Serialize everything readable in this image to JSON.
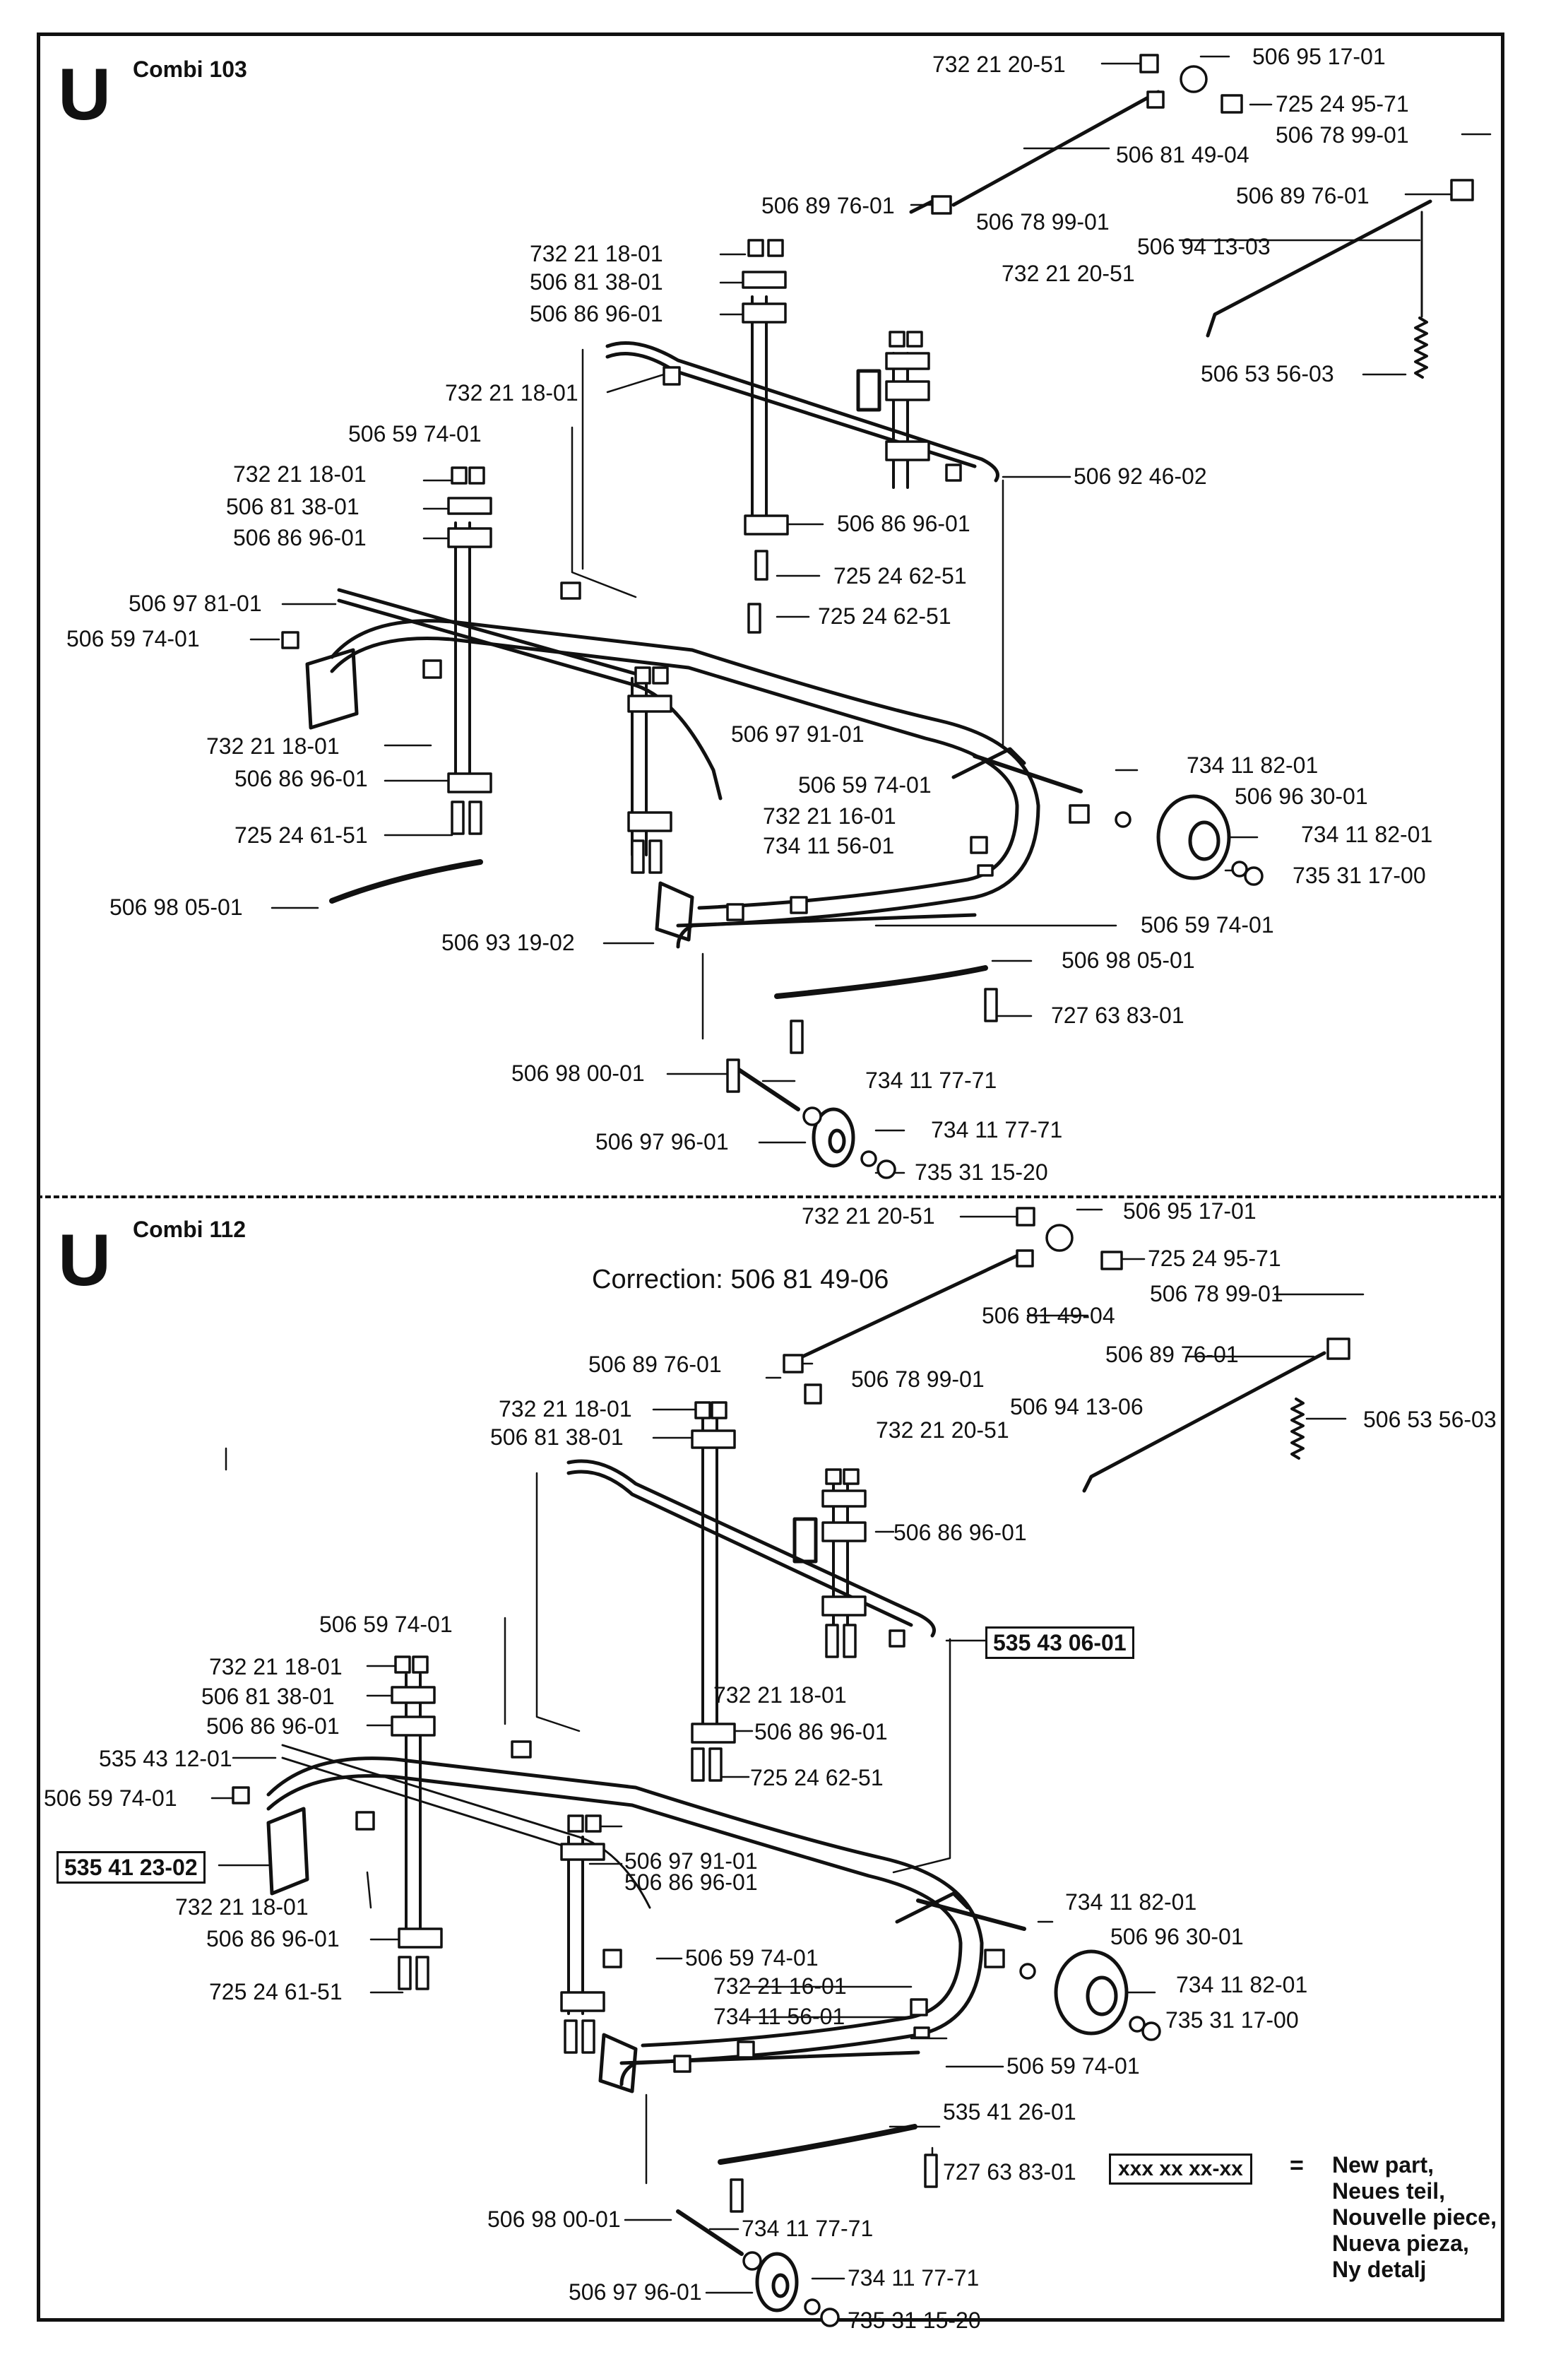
{
  "sections": [
    {
      "letter": "U",
      "model": "Combi 103"
    },
    {
      "letter": "U",
      "model": "Combi 112"
    }
  ],
  "top_labels": [
    "732 21 20-51",
    "506 95 17-01",
    "725 24 95-71",
    "506 81 49-04",
    "506 78 99-01",
    "506 89 76-01",
    "506 89 76-01",
    "506 78 99-01",
    "732 21 20-51",
    "506 94 13-03",
    "732 21 18-01",
    "506 81 38-01",
    "506 86 96-01",
    "506 53 56-03",
    "732 21 18-01",
    "506 59 74-01",
    "506 92 46-02",
    "732 21 18-01",
    "506 81 38-01",
    "506 86 96-01",
    "506 86 96-01",
    "725 24 62-51",
    "506 97 81-01",
    "725 24 62-51",
    "506 59 74-01",
    "506 97 91-01",
    "732 21 18-01",
    "734 11 82-01",
    "506 86 96-01",
    "506 59 74-01",
    "506 96 30-01",
    "732 21 16-01",
    "734 11 82-01",
    "725 24 61-51",
    "734 11 56-01",
    "735 31 17-00",
    "506 98 05-01",
    "506 59 74-01",
    "506 93 19-02",
    "506 98 05-01",
    "727 63 83-01",
    "506 98 00-01",
    "734 11 77-71",
    "734 11 77-71",
    "506 97 96-01",
    "735 31 15-20"
  ],
  "bottom_labels": [
    "732 21 20-51",
    "506 95 17-01",
    "725 24 95-71",
    "506 78 99-01",
    "506 81 49-04",
    "506 89 76-01",
    "506 89 76-01",
    "506 78 99-01",
    "506 94 13-06",
    "732 21 18-01",
    "506 53 56-03",
    "506 81 38-01",
    "732 21 20-51",
    "506 86 96-01",
    "506 59 74-01",
    "535 43 06-01",
    "732 21 18-01",
    "506 81 38-01",
    "732 21 18-01",
    "506 86 96-01",
    "506 86 96-01",
    "535 43 12-01",
    "725 24 62-51",
    "506 59 74-01",
    "506 97 91-01",
    "535 41 23-02",
    "506 86 96-01",
    "732 21 18-01",
    "734 11 82-01",
    "506 86 96-01",
    "506 96 30-01",
    "725 24 61-51",
    "506 59 74-01",
    "734 11 82-01",
    "732 21 16-01",
    "735 31 17-00",
    "734 11 56-01",
    "506 59 74-01",
    "535 41 26-01",
    "727 63 83-01",
    "506 98 00-01",
    "734 11 77-71",
    "734 11 77-71",
    "506 97 96-01",
    "735 31 15-20"
  ],
  "correction": "Correction: 506 81 49-06",
  "legend": {
    "symbol": "xxx xx xx-xx",
    "equals": "=",
    "lines": [
      "New part,",
      "Neues teil,",
      "Nouvelle piece,",
      "Nueva pieza,",
      "Ny detalj"
    ]
  }
}
